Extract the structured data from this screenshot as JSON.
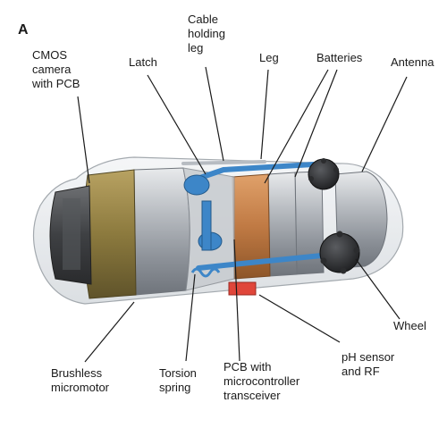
{
  "figure": {
    "panel_letter": "A",
    "labels": {
      "cmos": "CMOS\ncamera\nwith PCB",
      "latch": "Latch",
      "cable": "Cable\nholding\nleg",
      "leg": "Leg",
      "batteries": "Batteries",
      "antenna": "Antenna",
      "wheel": "Wheel",
      "ph": "pH sensor\nand RF",
      "pcb": "PCB with\nmicrocontroller\ntransceiver",
      "torsion": "Torsion\nspring",
      "motor": "Brushless\nmicromotor"
    }
  }
}
